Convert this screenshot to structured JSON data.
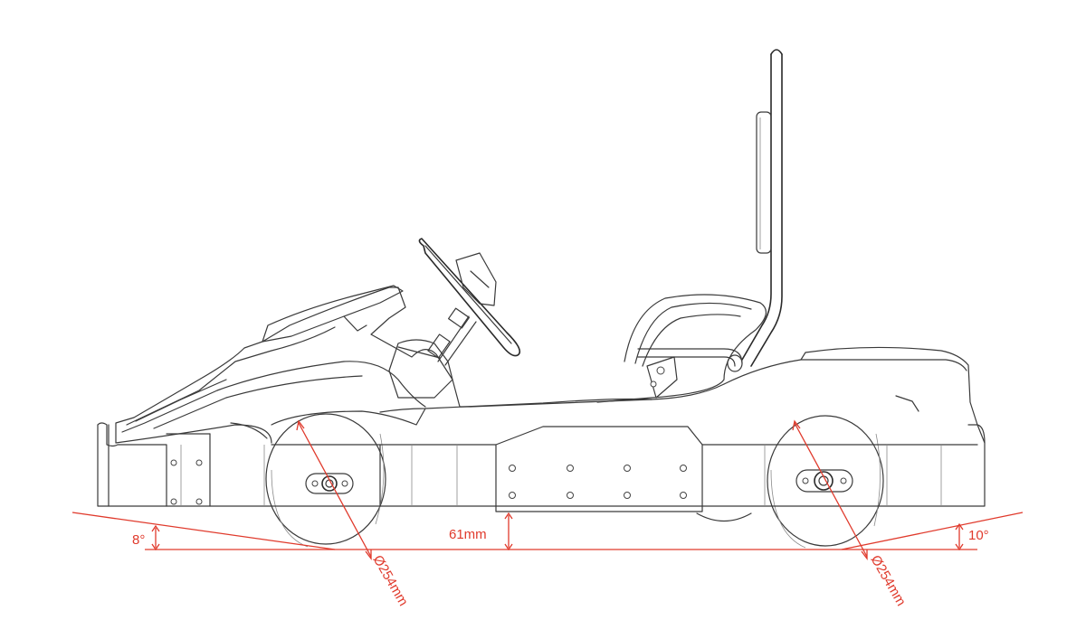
{
  "dimensions": {
    "front_angle": "8°",
    "rear_angle": "10°",
    "ground_clearance": "61mm",
    "front_wheel_diameter": "Ø254mm",
    "rear_wheel_diameter": "Ø254mm"
  },
  "colors": {
    "line": "#3a3a3a",
    "dimension": "#e03a2c",
    "background": "#ffffff"
  }
}
